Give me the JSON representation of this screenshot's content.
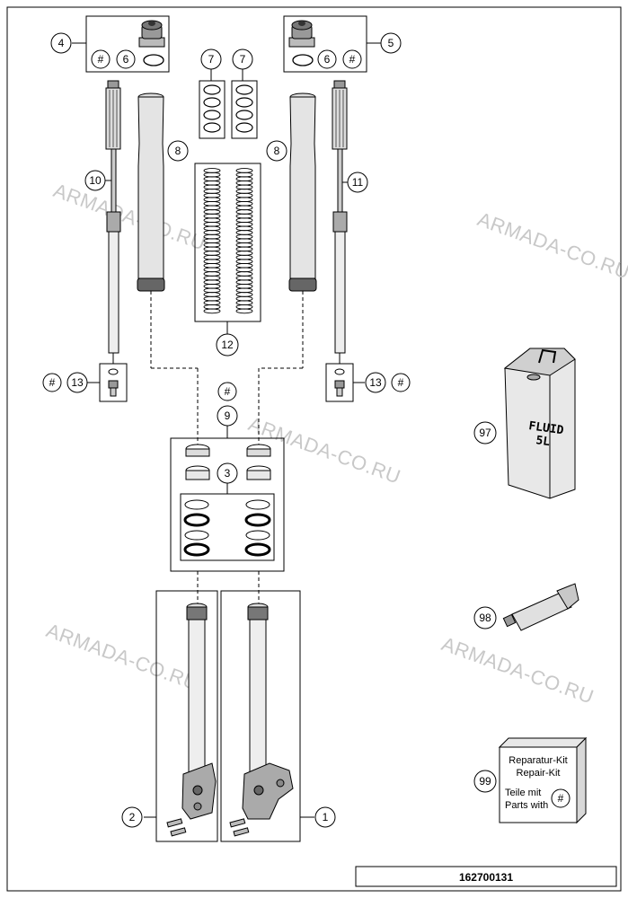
{
  "watermarks": [
    "ARMADA-CO.RU",
    "ARMADA-CO.RU",
    "ARMADA-CO.RU",
    "ARMADA-CO.RU",
    "ARMADA-CO.RU"
  ],
  "callouts": {
    "c1": "1",
    "c2": "2",
    "c3": "3",
    "c4": "4",
    "c5": "5",
    "c6a": "6",
    "c6b": "6",
    "c7a": "7",
    "c7b": "7",
    "c8a": "8",
    "c8b": "8",
    "c9": "9",
    "c10": "10",
    "c11": "11",
    "c12": "12",
    "c13a": "13",
    "c13b": "13",
    "c97": "97",
    "c98": "98",
    "c99": "99",
    "hash": "#"
  },
  "fluid_can": {
    "line1": "FLUID",
    "line2": "5L"
  },
  "repair_kit": {
    "line1": "Reparatur-Kit",
    "line2": "Repair-Kit",
    "line3": "Teile mit",
    "line4": "Parts with",
    "symbol": "#"
  },
  "document_number": "162700131"
}
